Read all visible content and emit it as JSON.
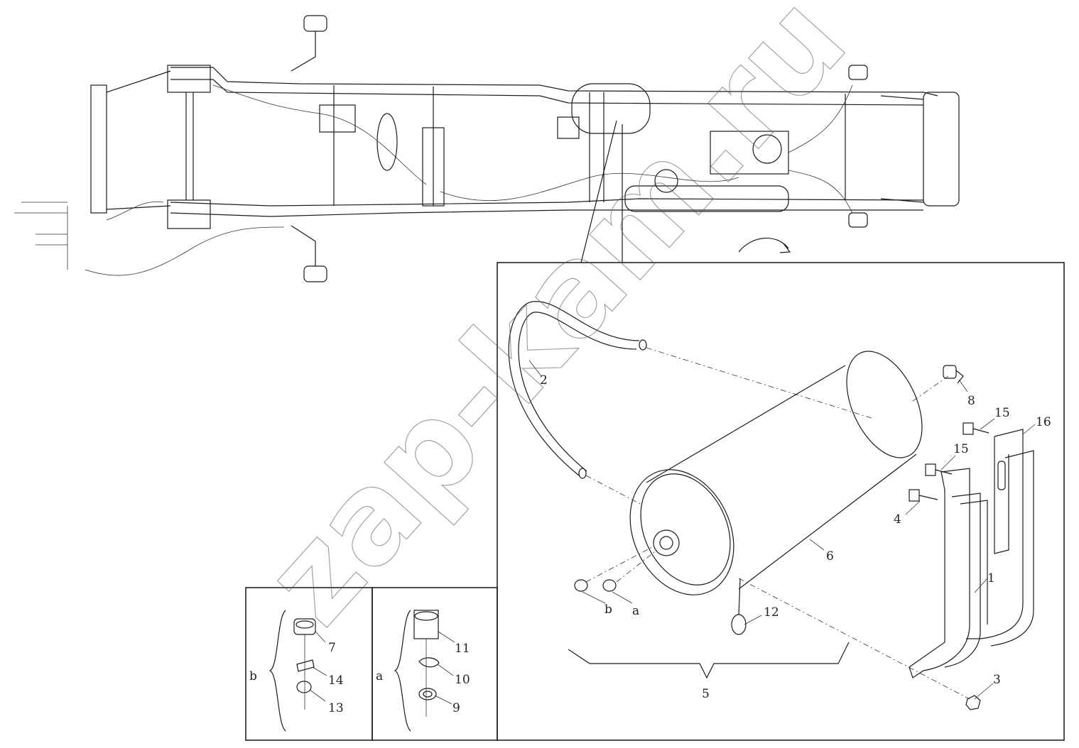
{
  "watermark": "zap-kam.ru",
  "callouts": {
    "c1": "1",
    "c2": "2",
    "c3": "3",
    "c4": "4",
    "c5": "5",
    "c6": "6",
    "c7": "7",
    "c8": "8",
    "c9": "9",
    "c10": "10",
    "c11": "11",
    "c12": "12",
    "c13": "13",
    "c14": "14",
    "c15a": "15",
    "c15b": "15",
    "c16": "16"
  },
  "variants": {
    "a_label": "a",
    "b_label": "b",
    "a_detail": "a",
    "b_detail": "b"
  },
  "colors": {
    "line": "#1a1a1a",
    "background": "#ffffff"
  }
}
